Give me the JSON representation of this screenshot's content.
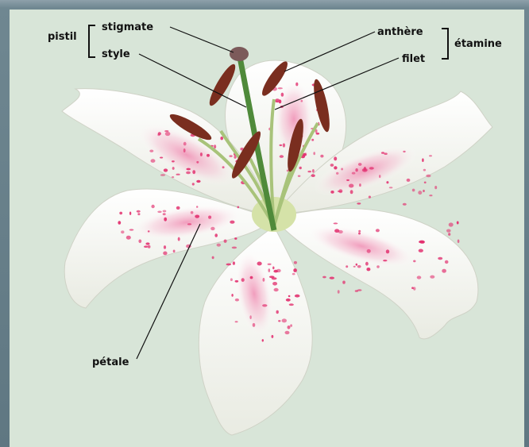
{
  "labels": {
    "pistil": "pistil",
    "stigmate": "stigmate",
    "style": "style",
    "anthere": "anthère",
    "filet": "filet",
    "etamine": "étamine",
    "petale": "pétale"
  },
  "colors": {
    "background": "#d8e5d8",
    "frame": "#6f8791",
    "petal": "#fbfbf5",
    "petal_shadow": "#dcdcd2",
    "spots": "#e2306f",
    "blush": "#f3a7c2",
    "stem": "#a8c37a",
    "style_green": "#4f8a3a",
    "anther": "#7a2e1f",
    "stigma": "#7c5a5a"
  }
}
